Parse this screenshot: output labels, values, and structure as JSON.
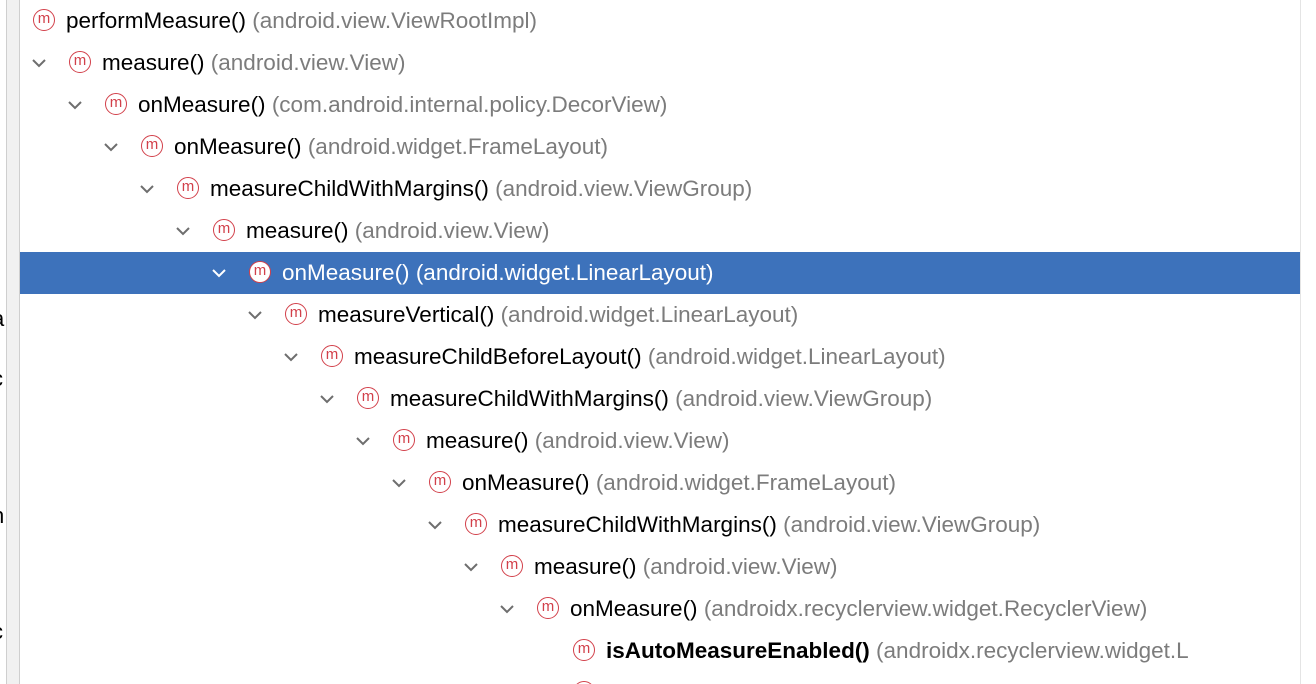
{
  "left_panel_fragments": [
    "a",
    "c",
    "n",
    ".",
    "c"
  ],
  "tree": [
    {
      "level": 0,
      "method": "performMeasure()",
      "cls": "(android.view.ViewRootImpl)",
      "expanded": true,
      "chevron": false
    },
    {
      "level": 1,
      "method": "measure()",
      "cls": "(android.view.View)",
      "expanded": true,
      "chevron": true
    },
    {
      "level": 2,
      "method": "onMeasure()",
      "cls": "(com.android.internal.policy.DecorView)",
      "expanded": true,
      "chevron": true
    },
    {
      "level": 3,
      "method": "onMeasure()",
      "cls": "(android.widget.FrameLayout)",
      "expanded": true,
      "chevron": true
    },
    {
      "level": 4,
      "method": "measureChildWithMargins()",
      "cls": "(android.view.ViewGroup)",
      "expanded": true,
      "chevron": true
    },
    {
      "level": 5,
      "method": "measure()",
      "cls": "(android.view.View)",
      "expanded": true,
      "chevron": true
    },
    {
      "level": 6,
      "method": "onMeasure()",
      "cls": "(android.widget.LinearLayout)",
      "expanded": true,
      "chevron": true,
      "selected": true
    },
    {
      "level": 7,
      "method": "measureVertical()",
      "cls": "(android.widget.LinearLayout)",
      "expanded": true,
      "chevron": true
    },
    {
      "level": 8,
      "method": "measureChildBeforeLayout()",
      "cls": "(android.widget.LinearLayout)",
      "expanded": true,
      "chevron": true
    },
    {
      "level": 9,
      "method": "measureChildWithMargins()",
      "cls": "(android.view.ViewGroup)",
      "expanded": true,
      "chevron": true
    },
    {
      "level": 10,
      "method": "measure()",
      "cls": "(android.view.View)",
      "expanded": true,
      "chevron": true
    },
    {
      "level": 11,
      "method": "onMeasure()",
      "cls": "(android.widget.FrameLayout)",
      "expanded": true,
      "chevron": true
    },
    {
      "level": 12,
      "method": "measureChildWithMargins()",
      "cls": "(android.view.ViewGroup)",
      "expanded": true,
      "chevron": true
    },
    {
      "level": 13,
      "method": "measure()",
      "cls": "(android.view.View)",
      "expanded": true,
      "chevron": true
    },
    {
      "level": 14,
      "method": "onMeasure()",
      "cls": "(androidx.recyclerview.widget.RecyclerView)",
      "expanded": true,
      "chevron": true
    },
    {
      "level": 15,
      "method": "isAutoMeasureEnabled()",
      "cls": "(androidx.recyclerview.widget.L",
      "chevron": false,
      "bold": true
    },
    {
      "level": 15,
      "method": "",
      "cls": "",
      "chevron": false
    }
  ],
  "icon_letter": "m",
  "colors": {
    "selection": "#3d72bb",
    "method_icon": "#d2404a",
    "class_text": "#7c7c7c"
  }
}
